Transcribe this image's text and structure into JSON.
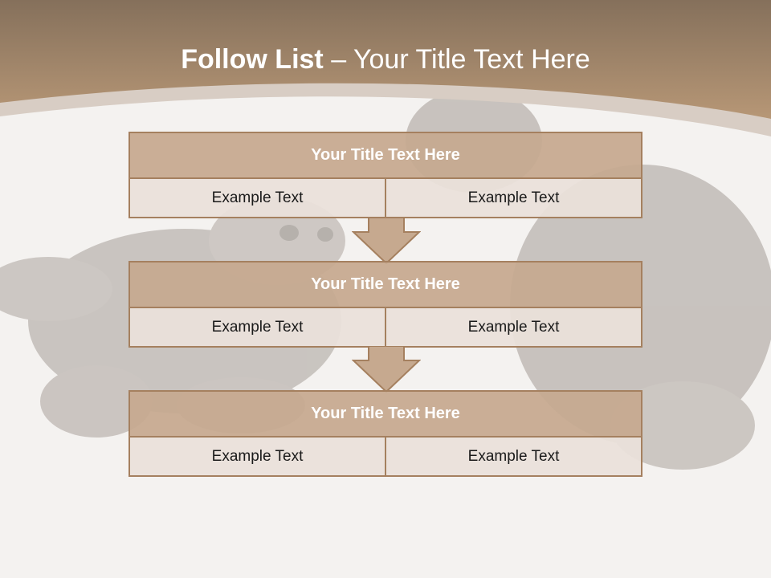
{
  "title": {
    "bold": "Follow List",
    "rest": "– Your Title Text Here"
  },
  "blocks": [
    {
      "title": "Your Title Text Here",
      "cells": [
        "Example Text",
        "Example Text"
      ]
    },
    {
      "title": "Your Title Text Here",
      "cells": [
        "Example Text",
        "Example Text"
      ]
    },
    {
      "title": "Your Title Text Here",
      "cells": [
        "Example Text",
        "Example Text"
      ]
    }
  ],
  "colors": {
    "header": "#a88968",
    "title_fill": "#c6a98f",
    "cell_fill": "#eae0da",
    "border": "#a5805f"
  }
}
